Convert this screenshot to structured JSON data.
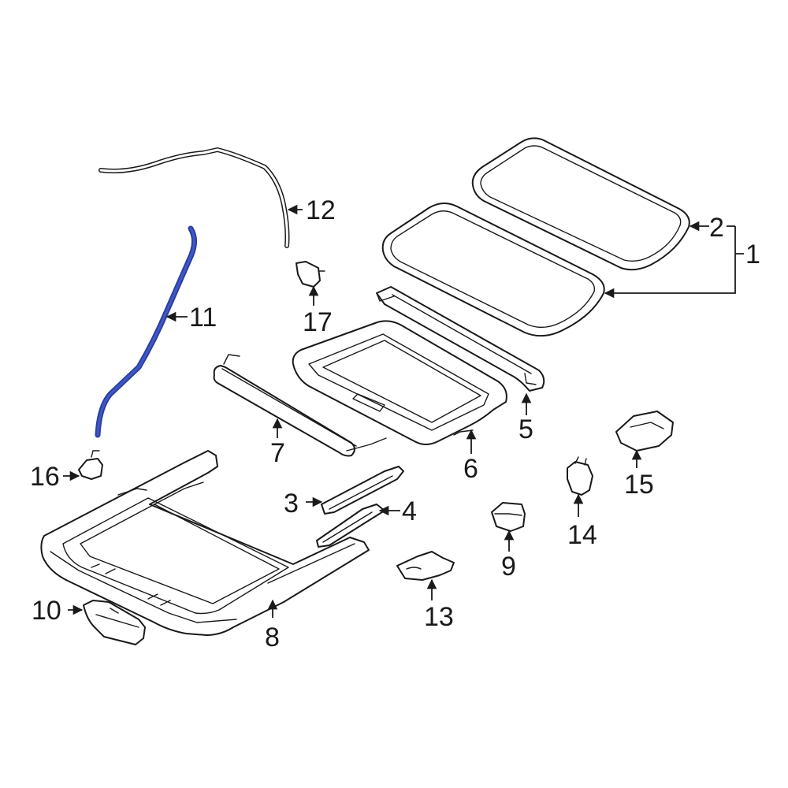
{
  "diagram": {
    "highlight_color": "#2c3f9e",
    "callouts": {
      "c1": "1",
      "c2": "2",
      "c3": "3",
      "c4": "4",
      "c5": "5",
      "c6": "6",
      "c7": "7",
      "c8": "8",
      "c9": "9",
      "c10": "10",
      "c11": "11",
      "c12": "12",
      "c13": "13",
      "c14": "14",
      "c15": "15",
      "c16": "16",
      "c17": "17"
    }
  }
}
